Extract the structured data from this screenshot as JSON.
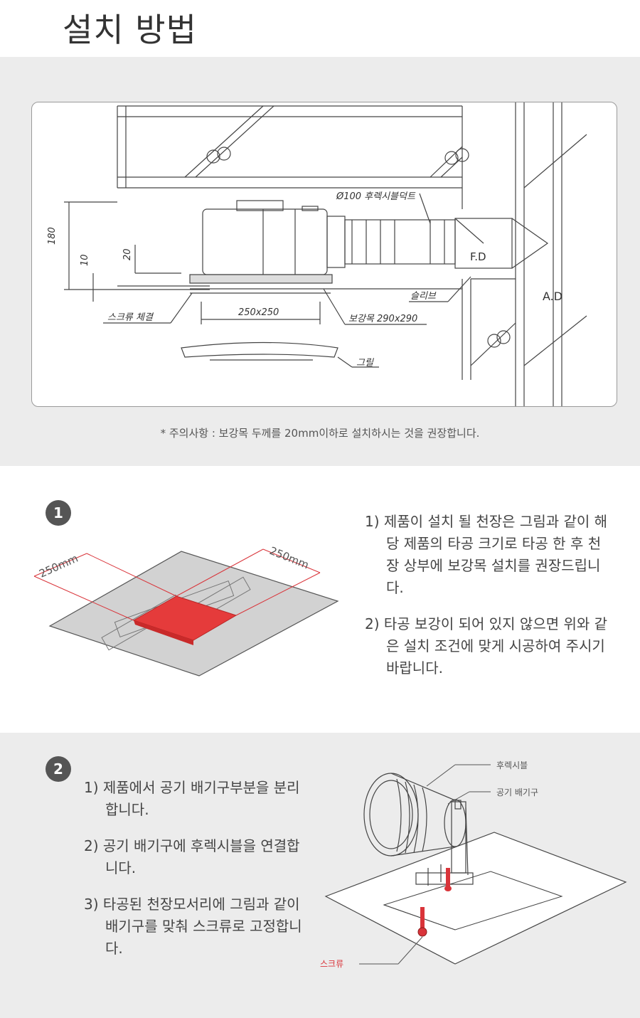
{
  "title": "설치 방법",
  "diagram": {
    "dim_180": "180",
    "dim_10": "10",
    "dim_20": "20",
    "duct_label": "Ø100 후렉시블덕트",
    "fd_label": "F.D",
    "ad_label": "A.D",
    "sleeve_label": "슬리브",
    "screw_label": "스크류 체결",
    "size_label": "250x250",
    "reinforce_label": "보강목 290x290",
    "grill_label": "그릴"
  },
  "caution": "* 주의사항 : 보강목 두께를 20mm이하로 설치하시는 것을 권장합니다.",
  "section1": {
    "badge": "1",
    "dim_left": "250mm",
    "dim_right": "250mm",
    "steps": [
      "1) 제품이 설치 될 천장은 그림과 같이 해당 제품의 타공 크기로 타공 한 후 천장 상부에 보강목 설치를 권장드립니다.",
      "2) 타공 보강이 되어 있지 않으면 위와 같은 설치 조건에 맞게 시공하여 주시기 바랍니다."
    ]
  },
  "section2": {
    "badge": "2",
    "steps": [
      "1) 제품에서 공기 배기구부분을 분리합니다.",
      "2) 공기 배기구에 후렉시블을 연결합니다.",
      "3) 타공된 천장모서리에 그림과 같이 배기구를 맞춰 스크류로 고정합니다."
    ],
    "label_flexible": "후렉시블",
    "label_exhaust": "공기 배기구",
    "label_screw": "스크류",
    "accent_color": "#d9343a"
  }
}
